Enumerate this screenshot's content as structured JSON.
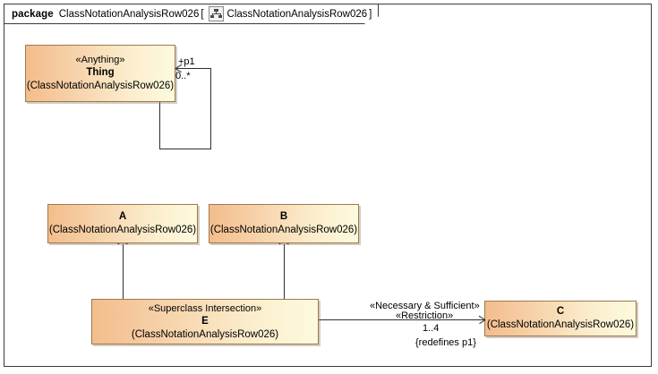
{
  "package": {
    "keyword": "package",
    "name": "ClassNotationAnalysisRow026",
    "bracket_open": "[",
    "bracket_close": "]",
    "diagram_icon": "class-diagram-icon",
    "diagram_name": "ClassNotationAnalysisRow026"
  },
  "colors": {
    "class_fill_left": "#f3bd8c",
    "class_fill_right": "#fdfade",
    "class_border": "#9c7a50",
    "frame_border": "#3b3b3b",
    "line": "#2e2e2e"
  },
  "classes": [
    {
      "id": "thing",
      "stereotype": "«Anything»",
      "name": "Thing",
      "qualifier": "(ClassNotationAnalysisRow026)"
    },
    {
      "id": "a",
      "stereotype": "",
      "name": "A",
      "qualifier": "(ClassNotationAnalysisRow026)"
    },
    {
      "id": "b",
      "stereotype": "",
      "name": "B",
      "qualifier": "(ClassNotationAnalysisRow026)"
    },
    {
      "id": "e",
      "stereotype": "«Superclass Intersection»",
      "name": "E",
      "qualifier": "(ClassNotationAnalysisRow026)"
    },
    {
      "id": "c",
      "stereotype": "",
      "name": "C",
      "qualifier": "(ClassNotationAnalysisRow026)"
    }
  ],
  "associations": {
    "thing_self": {
      "role": "+p1",
      "multiplicity": "0..*"
    },
    "e_to_c": {
      "stereotype_1": "«Necessary & Sufficient»",
      "stereotype_2": "«Restriction»",
      "multiplicity": "1..4",
      "constraint": "{redefines p1}"
    }
  },
  "generalizations": [
    {
      "from": "e",
      "to": "a"
    },
    {
      "from": "e",
      "to": "b"
    }
  ]
}
